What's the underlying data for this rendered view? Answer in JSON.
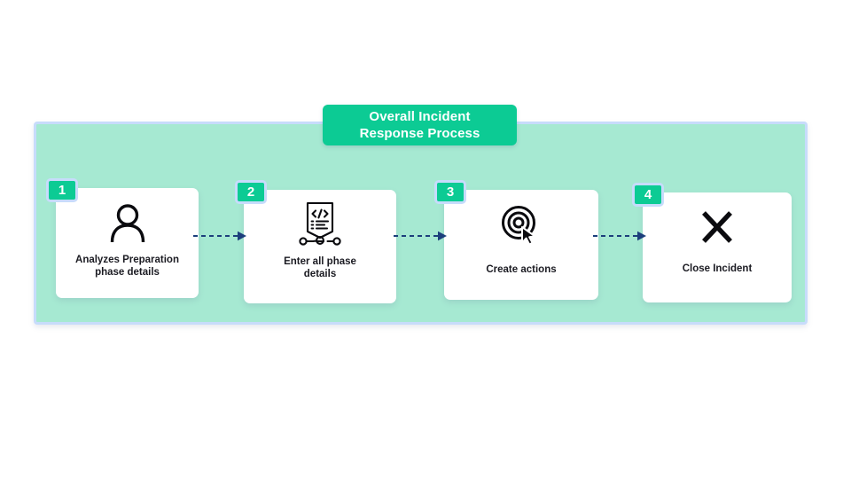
{
  "title": {
    "line1": "Overall Incident",
    "line2": "Response Process"
  },
  "colors": {
    "panel_fill": "#a6e9d2",
    "panel_border": "#c7dcfb",
    "accent_green": "#0ccb94",
    "badge_border": "#c7dcfb",
    "card_fill": "#ffffff",
    "arrow": "#1c3f7c",
    "text": "#1b1b22",
    "title_text": "#ffffff",
    "page_background": "#ffffff"
  },
  "steps": [
    {
      "number": "1",
      "label": "Analyzes Preparation\nphase details",
      "icon": "person-icon"
    },
    {
      "number": "2",
      "label": "Enter all phase\ndetails",
      "icon": "code-document-nodes-icon"
    },
    {
      "number": "3",
      "label": "Create actions",
      "icon": "target-cursor-icon"
    },
    {
      "number": "4",
      "label": "Close Incident",
      "icon": "close-x-icon"
    }
  ],
  "connectors": [
    {
      "name": "arrow-step1-to-step2",
      "style": "dashed-arrow-right"
    },
    {
      "name": "arrow-step2-to-step3",
      "style": "dashed-arrow-right"
    },
    {
      "name": "arrow-step3-to-step4",
      "style": "dashed-arrow-right"
    }
  ]
}
